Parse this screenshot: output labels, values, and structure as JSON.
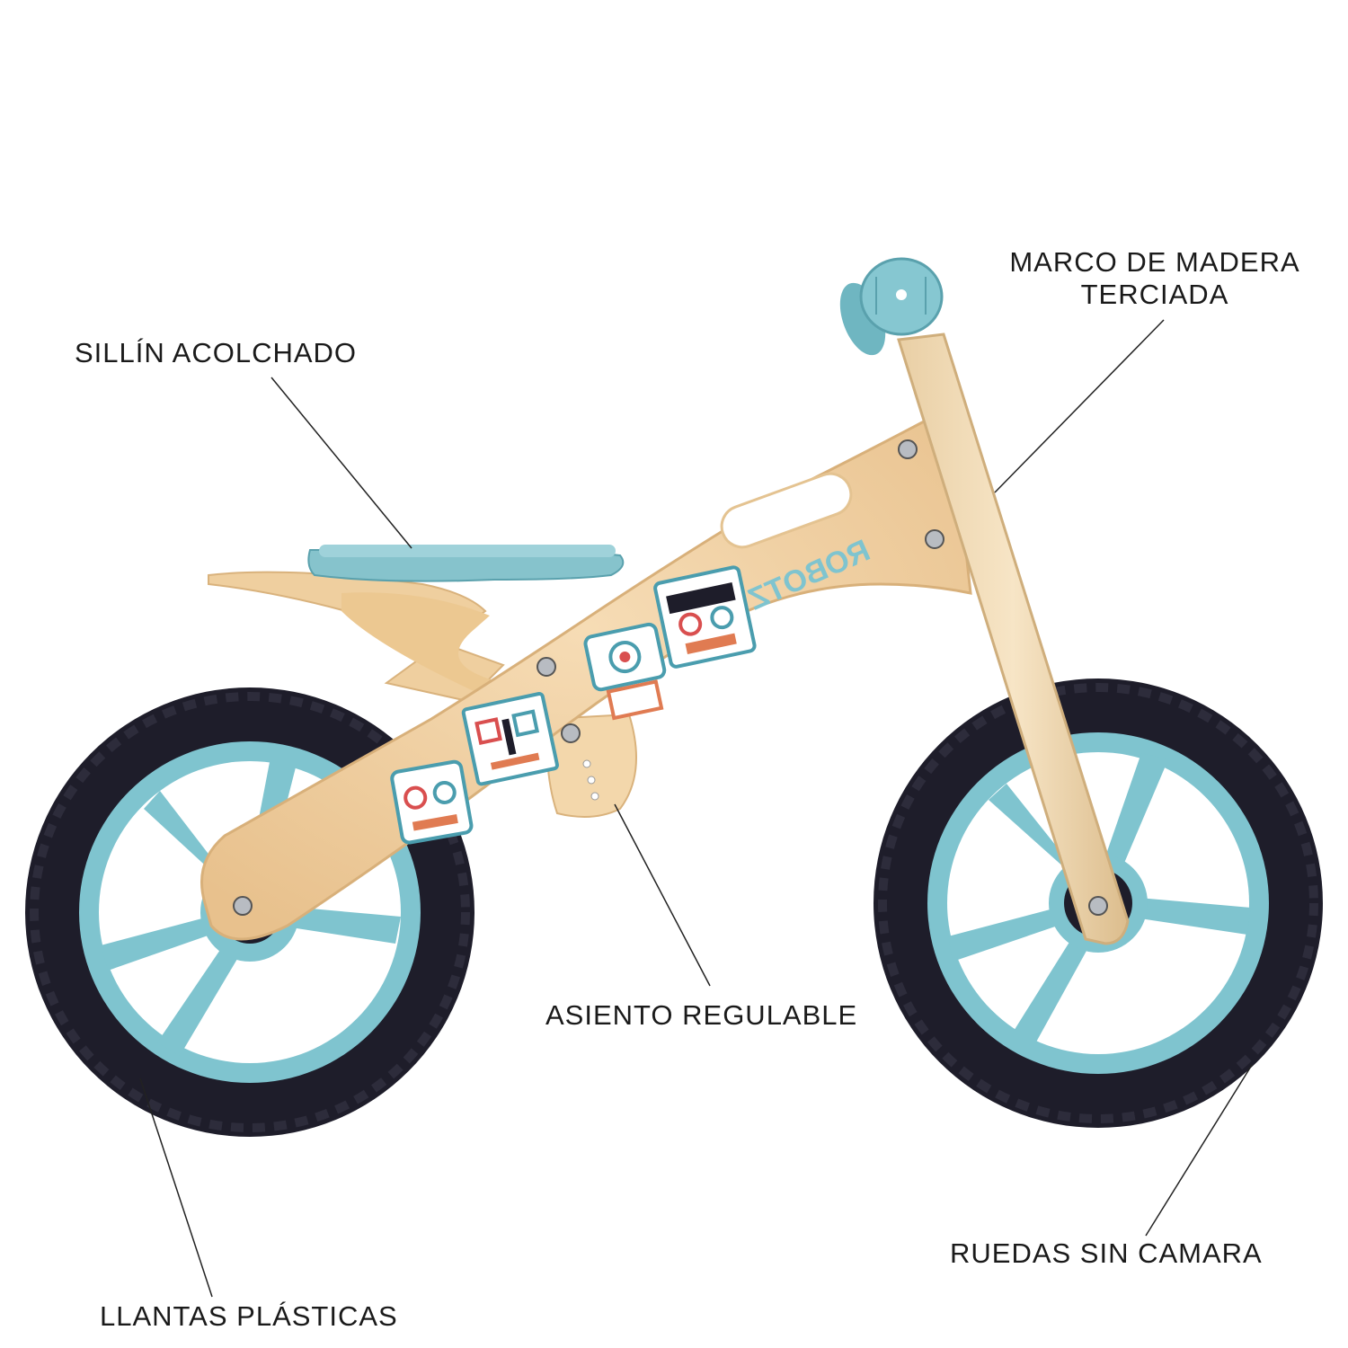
{
  "labels": {
    "marco_line1": "MARCO DE MADERA",
    "marco_line2": "TERCIADA",
    "sillin": "SILLÍN ACOLCHADO",
    "asiento": "ASIENTO REGULABLE",
    "llantas": "LLANTAS PLÁSTICAS",
    "ruedas": "RUEDAS SIN CAMARA"
  },
  "frame_brand": "ROBOTZ",
  "colors": {
    "wood": "#f0cfa1",
    "wood_edge": "#d9b27c",
    "accent": "#7fc4cf",
    "tire": "#1e1d2a",
    "background": "#ffffff"
  }
}
